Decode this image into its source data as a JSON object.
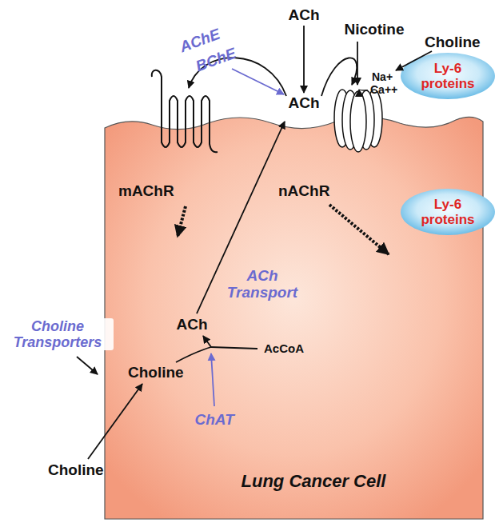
{
  "diagram": {
    "nodes": [
      {
        "text": [
          "Ly-6 proteins"
        ]
      },
      {
        "text": [
          "Lung Cancer Cell"
        ]
      },
      {
        "text": [
          "Ly-6 proteins"
        ],
        "in": 1
      }
    ],
    "labels": [
      "ACh",
      "AChE",
      "BChE",
      "Nicotine",
      "Choline",
      "ACh",
      "Na+",
      "Ca++",
      "mAChR",
      "nAChR",
      "ACh Transport",
      "Choline Transporters",
      "ACh",
      "AcCoA",
      "Choline",
      "ChAT",
      "Choline"
    ]
  }
}
